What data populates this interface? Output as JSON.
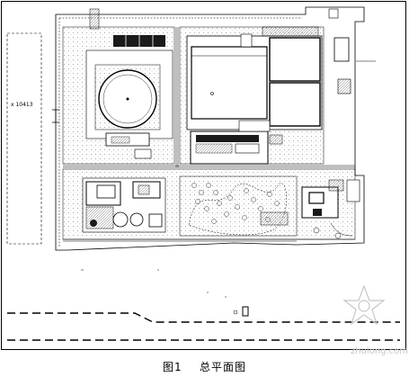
{
  "caption": {
    "figure_number": "图1",
    "title": "总平面图"
  },
  "labels": {
    "left_plot_label": "x 10413",
    "watermark": "zhulong.com"
  },
  "colors": {
    "line": "#000000",
    "hatch": "#8a8a8a",
    "dark_fill": "#1a1a1a",
    "background": "#ffffff",
    "watermark": "#c8c8c8"
  }
}
